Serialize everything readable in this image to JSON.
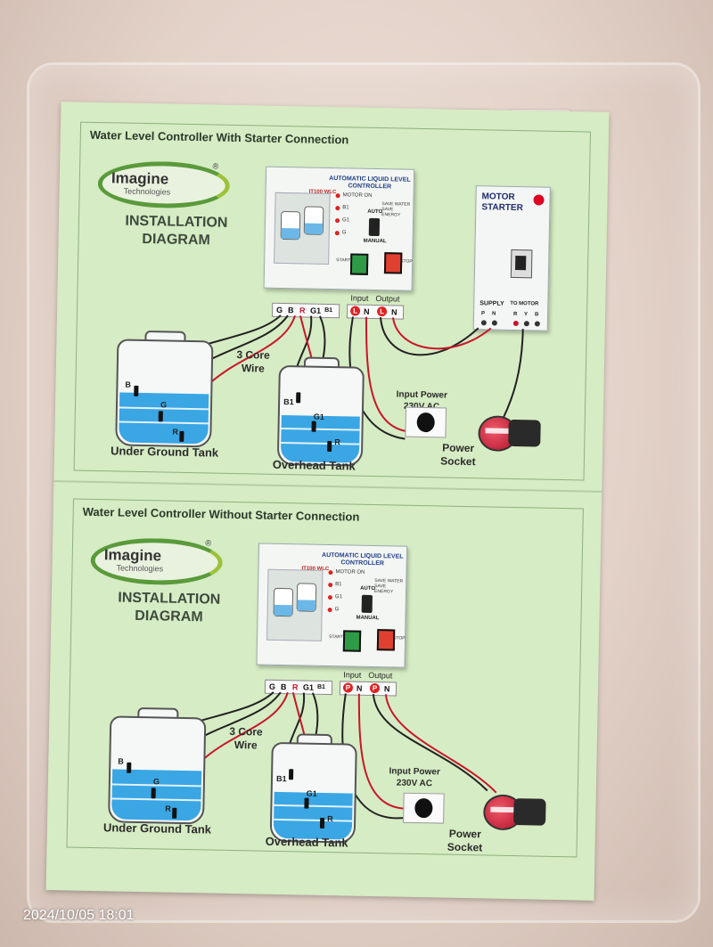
{
  "timestamp": "2024/10/05 18:01",
  "colors": {
    "sheet": "#d6ecc4",
    "water": "#3aa6e4",
    "wire_red": "#c8162a",
    "wire_black": "#222222"
  },
  "top": {
    "title": "Water Level Controller With Starter Connection",
    "logo": {
      "name": "Imagine",
      "sub": "Technologies",
      "reg": "®"
    },
    "heading": [
      "INSTALLATION",
      "DIAGRAM"
    ],
    "controller": {
      "title": "AUTOMATIC LIQUID LEVEL CONTROLLER",
      "model": "IT100 WLC",
      "leds": [
        "MOTOR ON",
        "B1",
        "G1",
        "G"
      ],
      "auto": "AUTO",
      "save": "SAVE WATER SAVE ENERGY",
      "manual": "MANUAL",
      "start": "START",
      "stop": "STOP"
    },
    "terminals_left": [
      "G",
      "B",
      "R",
      "G1",
      "B1"
    ],
    "terminals_right": [
      "L",
      "N",
      "L",
      "N"
    ],
    "input_label": "Input",
    "output_label": "Output",
    "starter": {
      "title": "MOTOR STARTER",
      "supply": "SUPPLY",
      "to_motor": "TO MOTOR",
      "supply_terms": [
        "P",
        "N"
      ],
      "motor_terms": [
        "R",
        "Y",
        "B"
      ]
    },
    "wire_label": "3 Core Wire",
    "power_label": "Input Power 230V AC",
    "socket_label": "Power Socket",
    "tank_left_label": "Under Ground Tank",
    "tank_right_label": "Overhead Tank",
    "probes_left": [
      "B",
      "G",
      "R"
    ],
    "probes_right": [
      "B1",
      "G1",
      "R"
    ]
  },
  "bottom": {
    "title": "Water Level Controller Without Starter Connection",
    "logo": {
      "name": "Imagine",
      "sub": "Technologies",
      "reg": "®"
    },
    "heading": [
      "INSTALLATION",
      "DIAGRAM"
    ],
    "controller": {
      "title": "AUTOMATIC LIQUID LEVEL CONTROLLER",
      "model": "IT100 WLC",
      "leds": [
        "MOTOR ON",
        "B1",
        "G1",
        "G"
      ],
      "auto": "AUTO",
      "save": "SAVE WATER SAVE ENERGY",
      "manual": "MANUAL",
      "start": "START",
      "stop": "STOP"
    },
    "terminals_left": [
      "G",
      "B",
      "R",
      "G1",
      "B1"
    ],
    "terminals_right": [
      "P",
      "N",
      "P",
      "N"
    ],
    "input_label": "Input",
    "output_label": "Output",
    "wire_label": "3 Core Wire",
    "power_label": "Input Power 230V AC",
    "socket_label": "Power Socket",
    "tank_left_label": "Under Ground Tank",
    "tank_right_label": "Overhead Tank",
    "probes_left": [
      "B",
      "G",
      "R"
    ],
    "probes_right": [
      "B1",
      "G1",
      "R"
    ]
  }
}
